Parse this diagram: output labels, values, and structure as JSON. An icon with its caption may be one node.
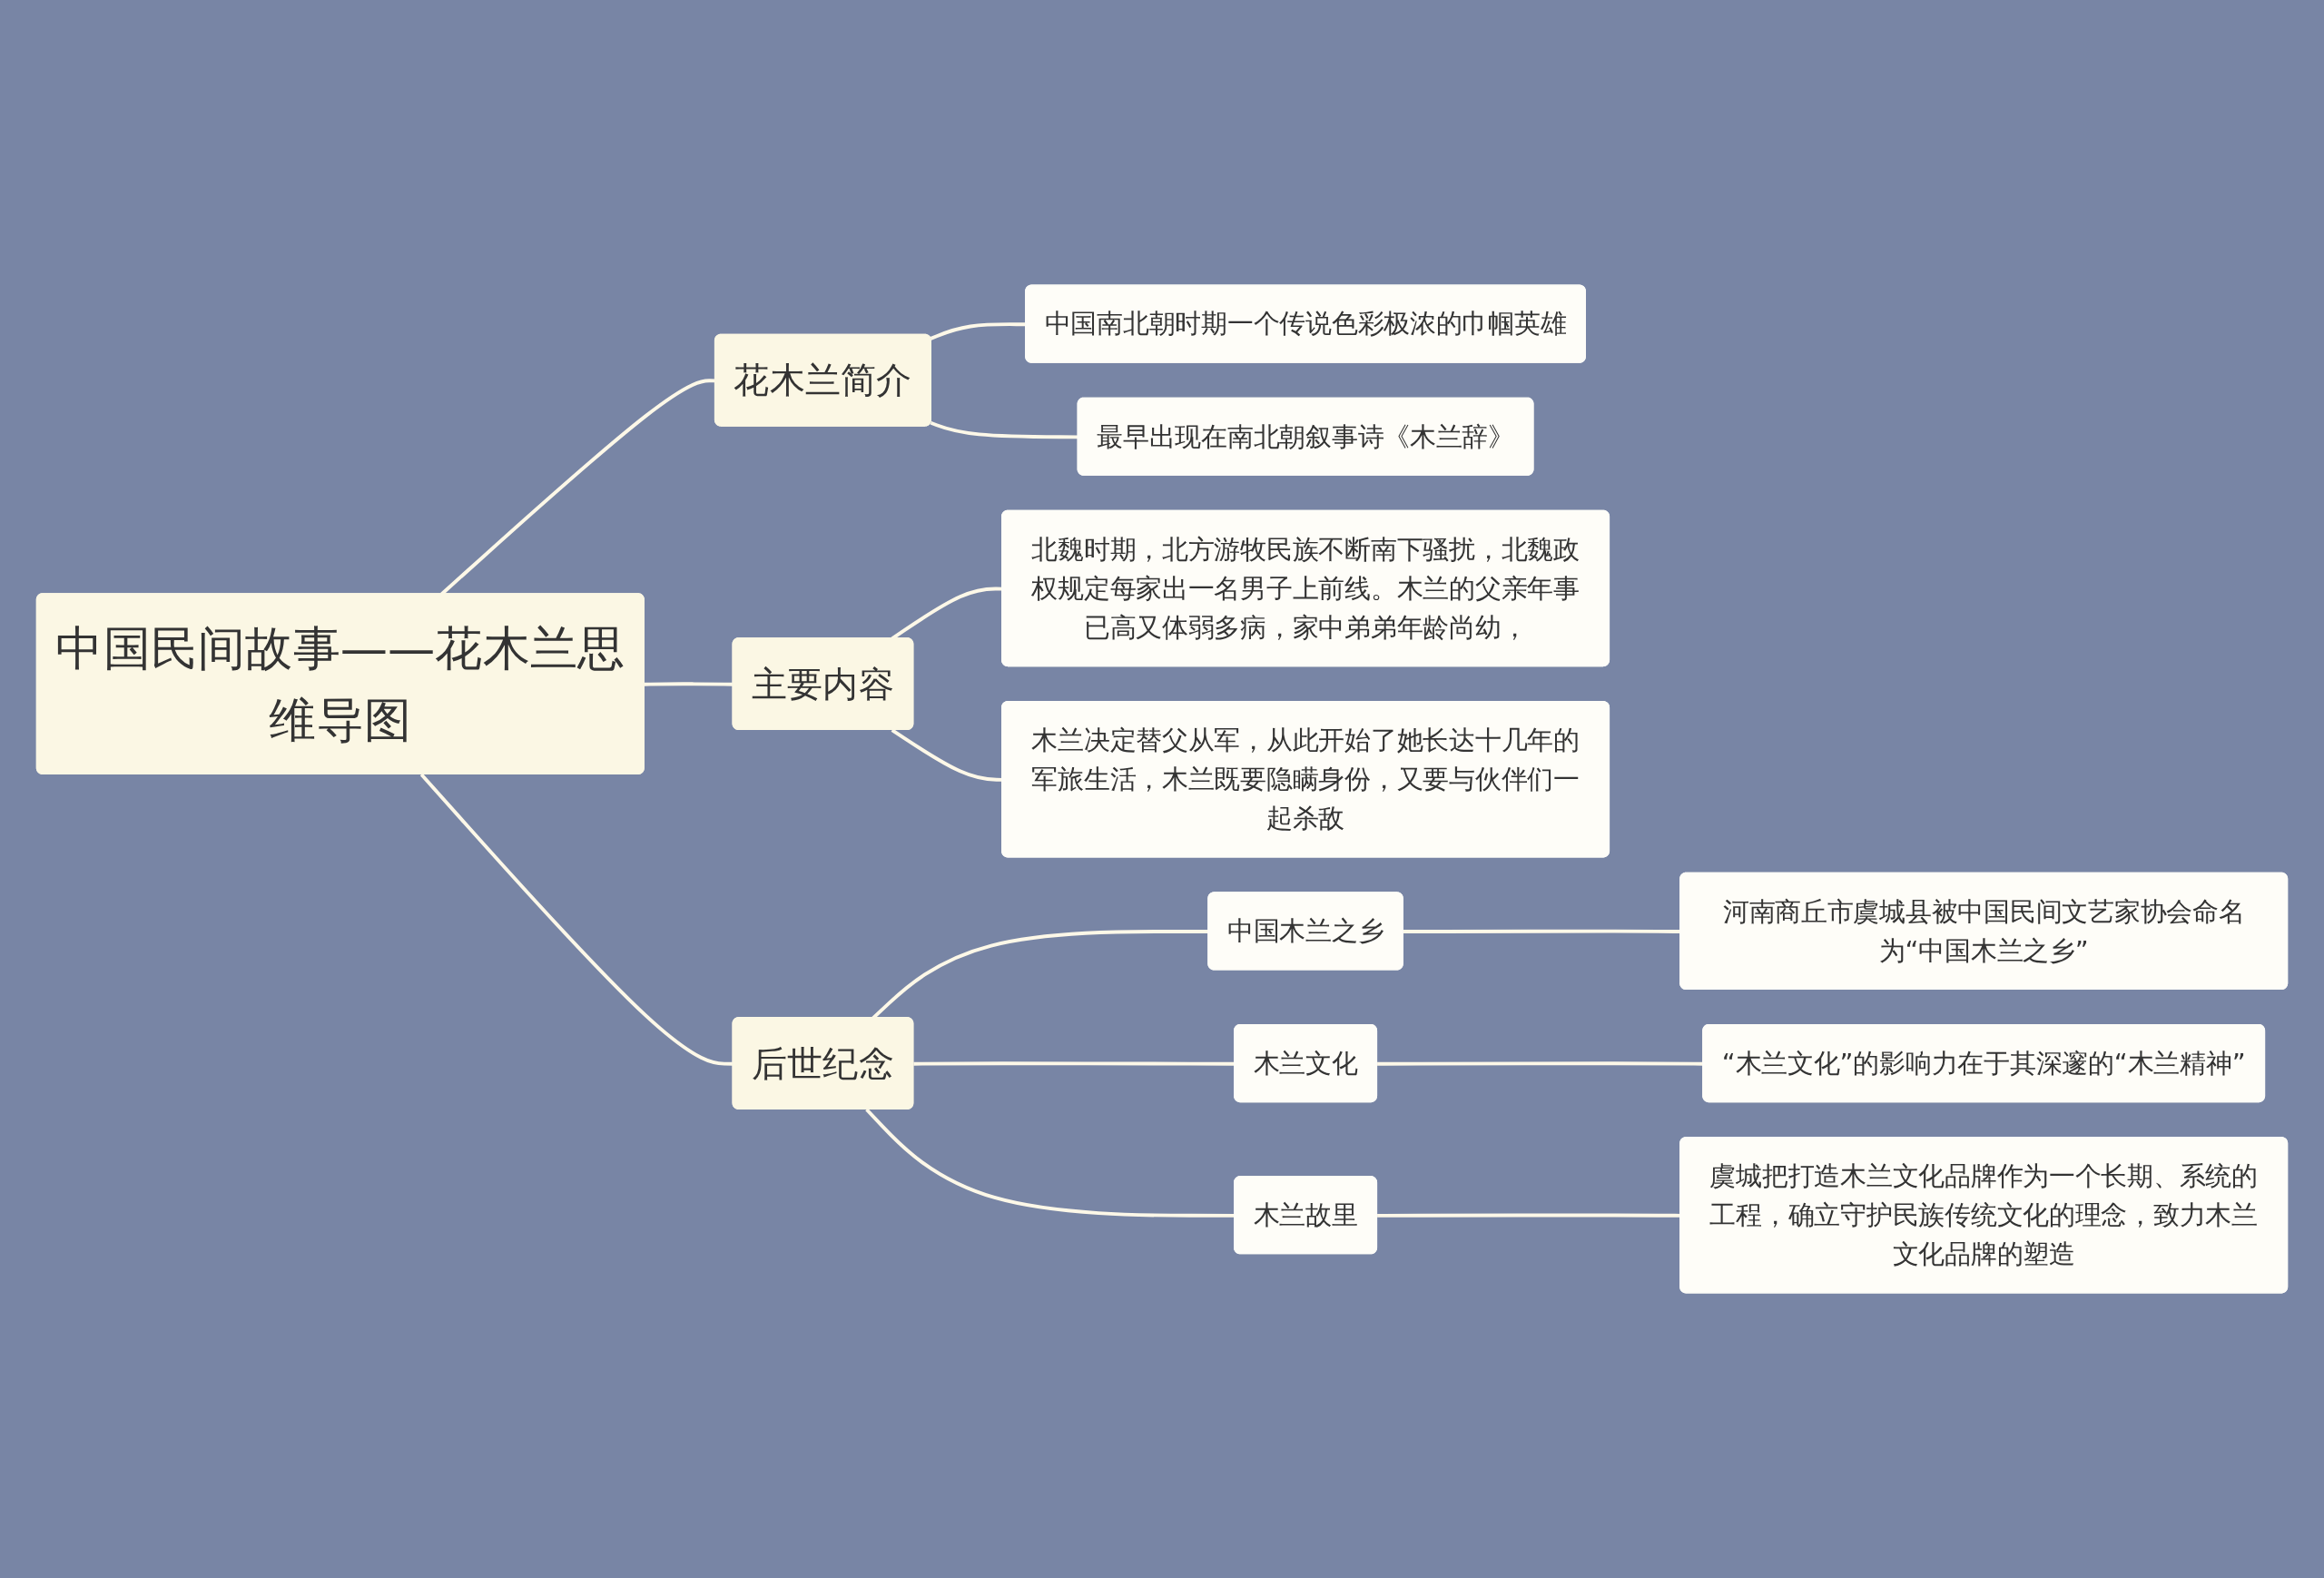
{
  "diagram": {
    "nodes": [
      {
        "text": [
          "中国民间故事——花木兰思维导图"
        ]
      },
      {
        "text": [
          "花木兰简介"
        ]
      },
      {
        "text": [
          "中国南北朝时期一个传说色彩极浓的巾帼英雄"
        ]
      },
      {
        "text": [
          "最早出现在南北朝叙事诗《木兰辞》"
        ]
      },
      {
        "text": [
          "主要内容"
        ]
      },
      {
        "text": [
          "北魏时期，北方游牧民族不断南下骚扰，北魏政权规定每家出一名男子上前线。木兰的父亲年事已高又体弱多病，家中弟弟年龄尚幼，"
        ]
      },
      {
        "text": [
          "木兰决定替父从军，从此开始了她长达十几年的军旅生活，木兰既要隐瞒身份，又要与伙伴们一起杀敌"
        ]
      },
      {
        "text": [
          "后世纪念"
        ]
      },
      {
        "text": [
          "中国木兰之乡"
        ]
      },
      {
        "text": [
          "河南商丘市虞城县被中国民间文艺家协会命名为“中国木兰之乡”"
        ]
      },
      {
        "text": [
          "木兰文化"
        ]
      },
      {
        "text": [
          "“木兰文化”的影响力在于其深邃的“木兰精神”"
        ]
      },
      {
        "text": [
          "木兰故里"
        ]
      },
      {
        "text": [
          "虞城把打造木兰文化品牌作为一个长期、系统的工程，确立守护民族传统文化的理念，致力木兰文化品牌的塑造"
        ]
      }
    ],
    "edges": [
      {
        "from": 0,
        "to": 1,
        "arrow": "none"
      },
      {
        "from": 1,
        "to": 2,
        "arrow": "none"
      },
      {
        "from": 1,
        "to": 3,
        "arrow": "none"
      },
      {
        "from": 0,
        "to": 4,
        "arrow": "none"
      },
      {
        "from": 4,
        "to": 5,
        "arrow": "none"
      },
      {
        "from": 4,
        "to": 6,
        "arrow": "none"
      },
      {
        "from": 0,
        "to": 7,
        "arrow": "none"
      },
      {
        "from": 7,
        "to": 8,
        "arrow": "none"
      },
      {
        "from": 8,
        "to": 9,
        "arrow": "none"
      },
      {
        "from": 7,
        "to": 10,
        "arrow": "none"
      },
      {
        "from": 10,
        "to": 11,
        "arrow": "none"
      },
      {
        "from": 7,
        "to": 12,
        "arrow": "none"
      },
      {
        "from": 12,
        "to": 13,
        "arrow": "none"
      }
    ]
  }
}
